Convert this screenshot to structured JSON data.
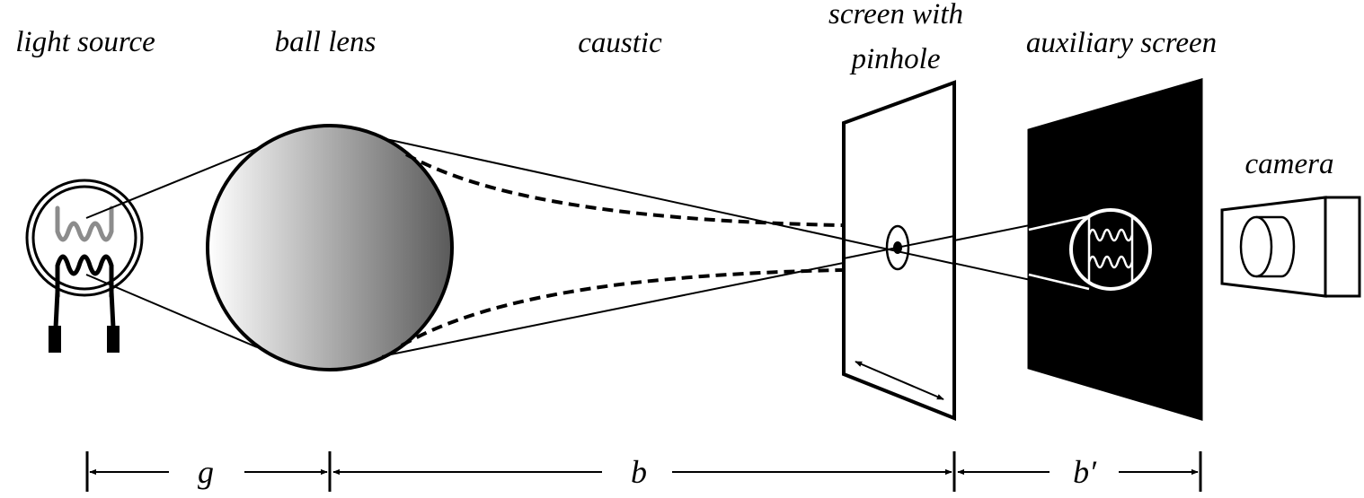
{
  "labels": {
    "light_source": "light source",
    "ball_lens": "ball lens",
    "caustic": "caustic",
    "screen_with_pinhole_line1": "screen with",
    "screen_with_pinhole_line2": "pinhole",
    "auxiliary_screen": "auxiliary screen",
    "camera": "camera"
  },
  "dimensions": {
    "g": "g",
    "b": "b",
    "b_prime": "b′"
  },
  "colors": {
    "ink": "#000000",
    "filament_gray": "#8c8c8c",
    "aux_screen_fill": "#000000",
    "lens_gradient_light": "#ffffff",
    "lens_gradient_dark": "#5a5a5a"
  }
}
